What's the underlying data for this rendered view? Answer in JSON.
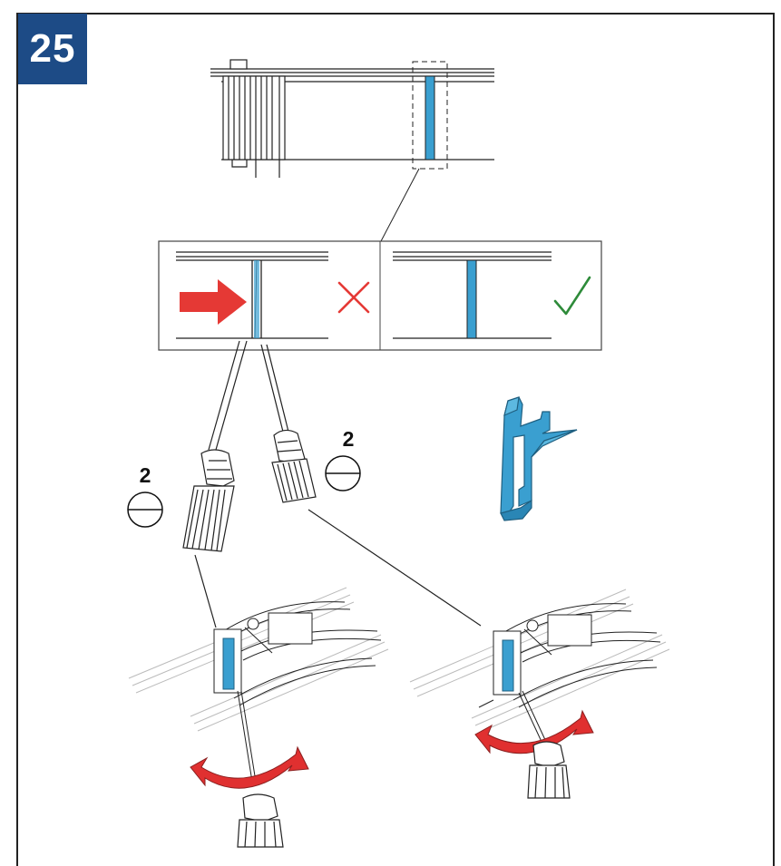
{
  "step": {
    "number": "25"
  },
  "tool_size_labels": {
    "left": "2",
    "right": "2"
  },
  "colors": {
    "badge": "#1d4b86",
    "clip_blue": "#3a9fd0",
    "wrong_cross": "#e53935",
    "right_check": "#2e8b3a",
    "rotation_arrow": "#e03030"
  },
  "icons": [
    "wrong-cross-icon",
    "correct-check-icon",
    "push-arrow-icon",
    "rotate-arrow-icon",
    "flat-screwdriver-icon"
  ]
}
